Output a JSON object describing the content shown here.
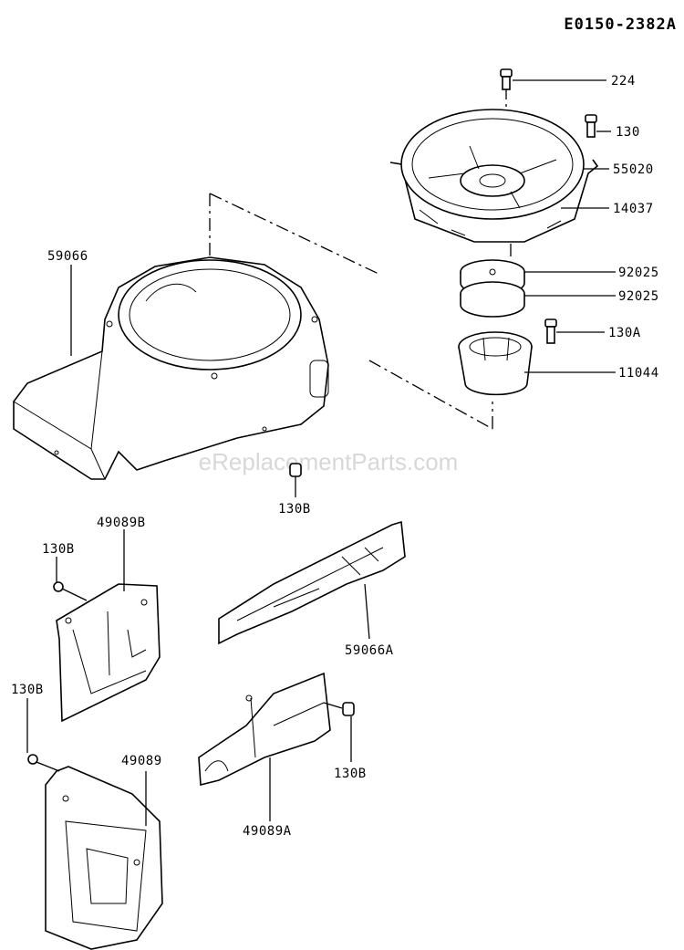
{
  "drawing_code": "E0150-2382A",
  "watermark": "eReplacementParts.com",
  "callouts": {
    "p224": "224",
    "p130": "130",
    "p55020": "55020",
    "p14037": "14037",
    "p92025a": "92025",
    "p92025b": "92025",
    "p130A": "130A",
    "p11044": "11044",
    "p59066": "59066",
    "p130B_a": "130B",
    "p49089B": "49089B",
    "p130B_b": "130B",
    "p130B_c": "130B",
    "p59066A": "59066A",
    "p49089": "49089",
    "p130B_d": "130B",
    "p49089A": "49089A"
  }
}
